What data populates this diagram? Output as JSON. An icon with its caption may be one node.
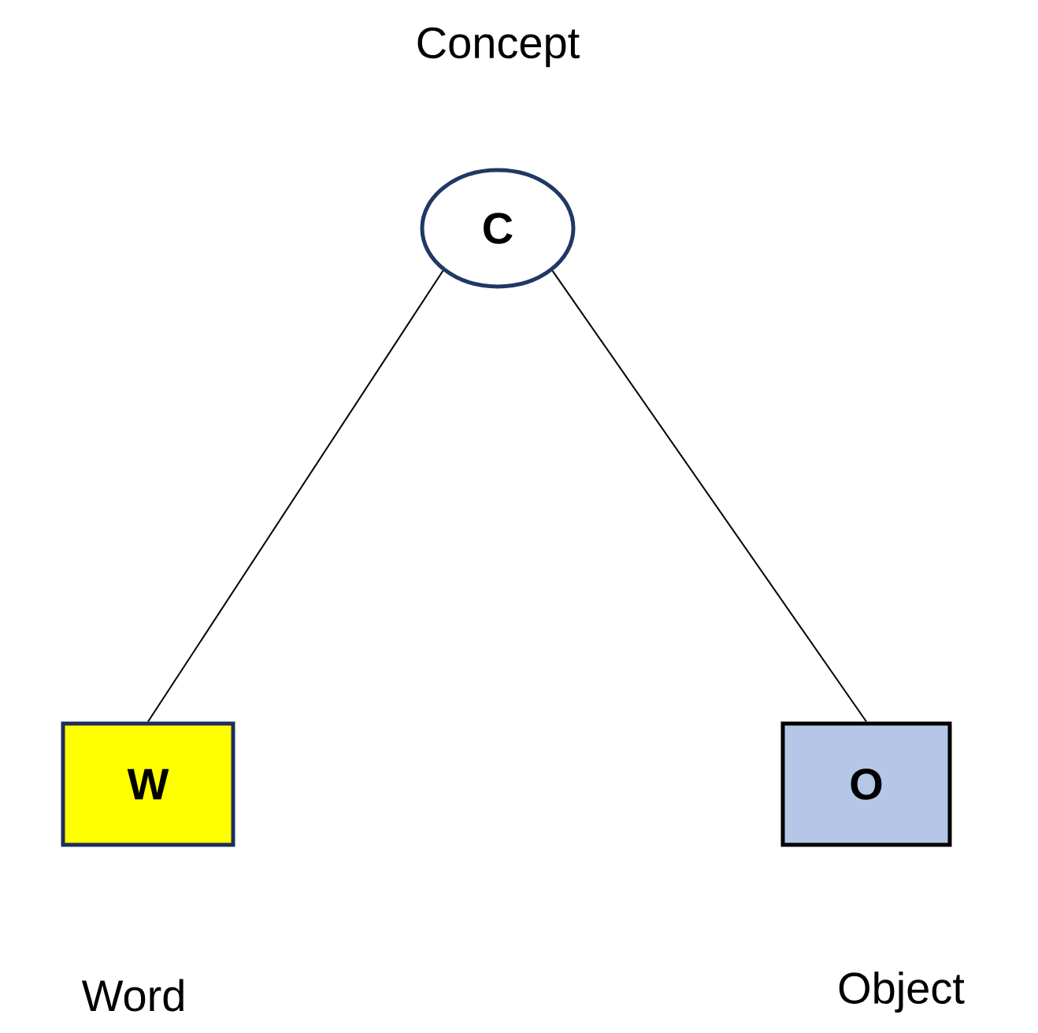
{
  "diagram": {
    "nodes": [
      {
        "text": [
          "C"
        ],
        "beside": [
          "Concept"
        ]
      },
      {
        "text": [
          "W"
        ],
        "beside": [
          "Word"
        ]
      },
      {
        "text": [
          "O"
        ],
        "beside": [
          "Object"
        ]
      }
    ],
    "edges": [
      {
        "from": 0,
        "to": 1,
        "arrow": "none"
      },
      {
        "from": 0,
        "to": 2,
        "arrow": "none"
      }
    ]
  }
}
